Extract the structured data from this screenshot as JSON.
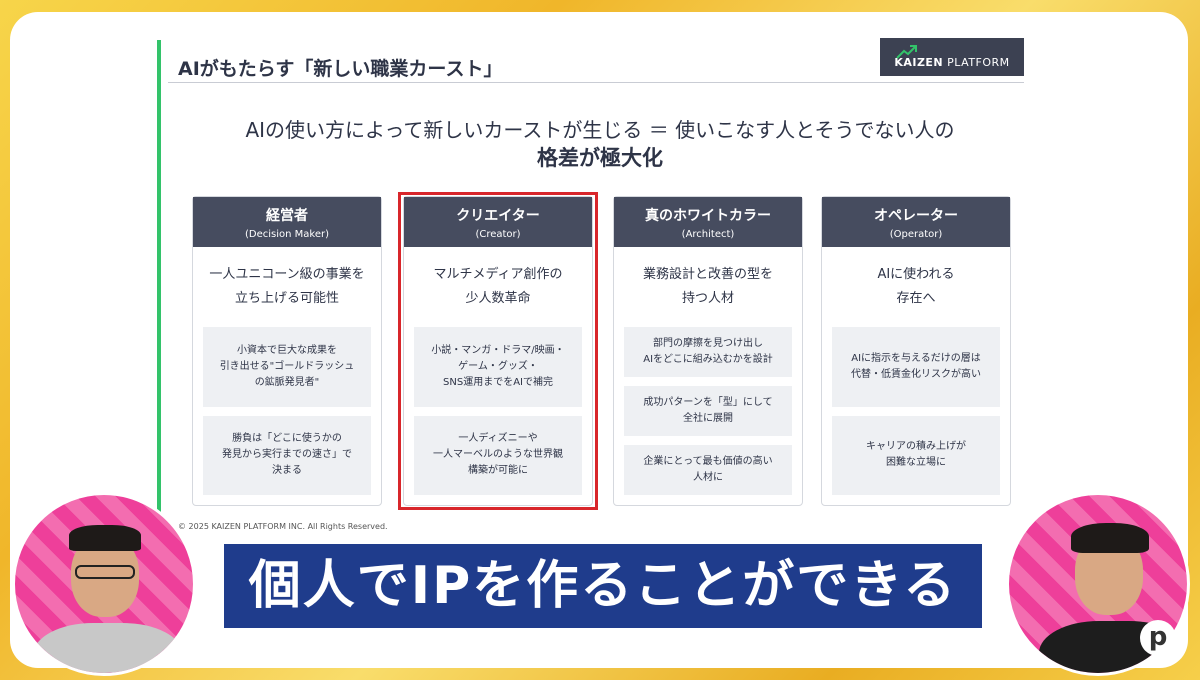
{
  "slide": {
    "title": "AIがもたらす「新しい職業カースト」",
    "logo": {
      "brand": "KAIZEN",
      "suffix": "PLATFORM"
    },
    "headline_line1": "AIの使い方によって新しいカーストが生じる ＝ 使いこなす人とそうでない人の",
    "headline_line2": "格差が極大化",
    "copyright": "© 2025 KAIZEN PLATFORM INC. All Rights Reserved.",
    "cards": [
      {
        "title": "経営者",
        "subtitle": "(Decision Maker)",
        "lead": "一人ユニコーン級の事業を\n立ち上げる可能性",
        "boxes": [
          "小資本で巨大な成果を\n引き出せる\"ゴールドラッシュ\nの鉱脈発見者\"",
          "勝負は「どこに使うかの\n発見から実行までの速さ」で\n決まる"
        ]
      },
      {
        "title": "クリエイター",
        "subtitle": "(Creator)",
        "lead": "マルチメディア創作の\n少人数革命",
        "boxes": [
          "小説・マンガ・ドラマ/映画・\nゲーム・グッズ・\nSNS運用までをAIで補完",
          "一人ディズニーや\n一人マーベルのような世界観\n構築が可能に"
        ]
      },
      {
        "title": "真のホワイトカラー",
        "subtitle": "(Architect)",
        "lead": "業務設計と改善の型を\n持つ人材",
        "boxes": [
          "部門の摩擦を見つけ出し\nAIをどこに組み込むかを設計",
          "成功パターンを「型」にして\n全社に展開",
          "企業にとって最も価値の高い\n人材に"
        ]
      },
      {
        "title": "オペレーター",
        "subtitle": "(Operator)",
        "lead": "AIに使われる\n存在へ",
        "boxes": [
          "AIに指示を与えるだけの層は\n代替・低賃金化リスクが高い",
          "キャリアの積み上げが\n困難な立場に"
        ]
      }
    ]
  },
  "caption": "個人でIPを作ることができる",
  "badge": "p",
  "colors": {
    "card_header": "#464c5f",
    "highlight": "#d8262b",
    "caption_bg": "#1f3c8c",
    "accent": "#33c36a"
  }
}
